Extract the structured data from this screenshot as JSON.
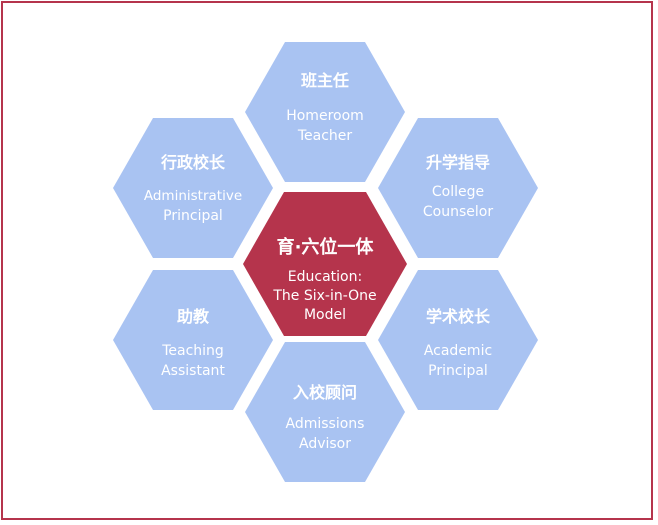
{
  "colors": {
    "border": "#b5344c",
    "hex_fill": "#a9c3f2",
    "center_fill": "#b5344c",
    "text_light": "#ffffff"
  },
  "center": {
    "title_cn": "育·六位一体",
    "line1": "Education:",
    "line2": "The Six-in-One",
    "line3": "Model"
  },
  "roles": [
    {
      "cn": "班主任",
      "en1": "Homeroom",
      "en2": "Teacher"
    },
    {
      "cn": "升学指导",
      "en1": "College",
      "en2": "Counselor"
    },
    {
      "cn": "学术校长",
      "en1": "Academic",
      "en2": "Principal"
    },
    {
      "cn": "入校顾问",
      "en1": "Admissions",
      "en2": "Advisor"
    },
    {
      "cn": "助教",
      "en1": "Teaching",
      "en2": "Assistant"
    },
    {
      "cn": "行政校长",
      "en1": "Administrative",
      "en2": "Principal"
    }
  ]
}
